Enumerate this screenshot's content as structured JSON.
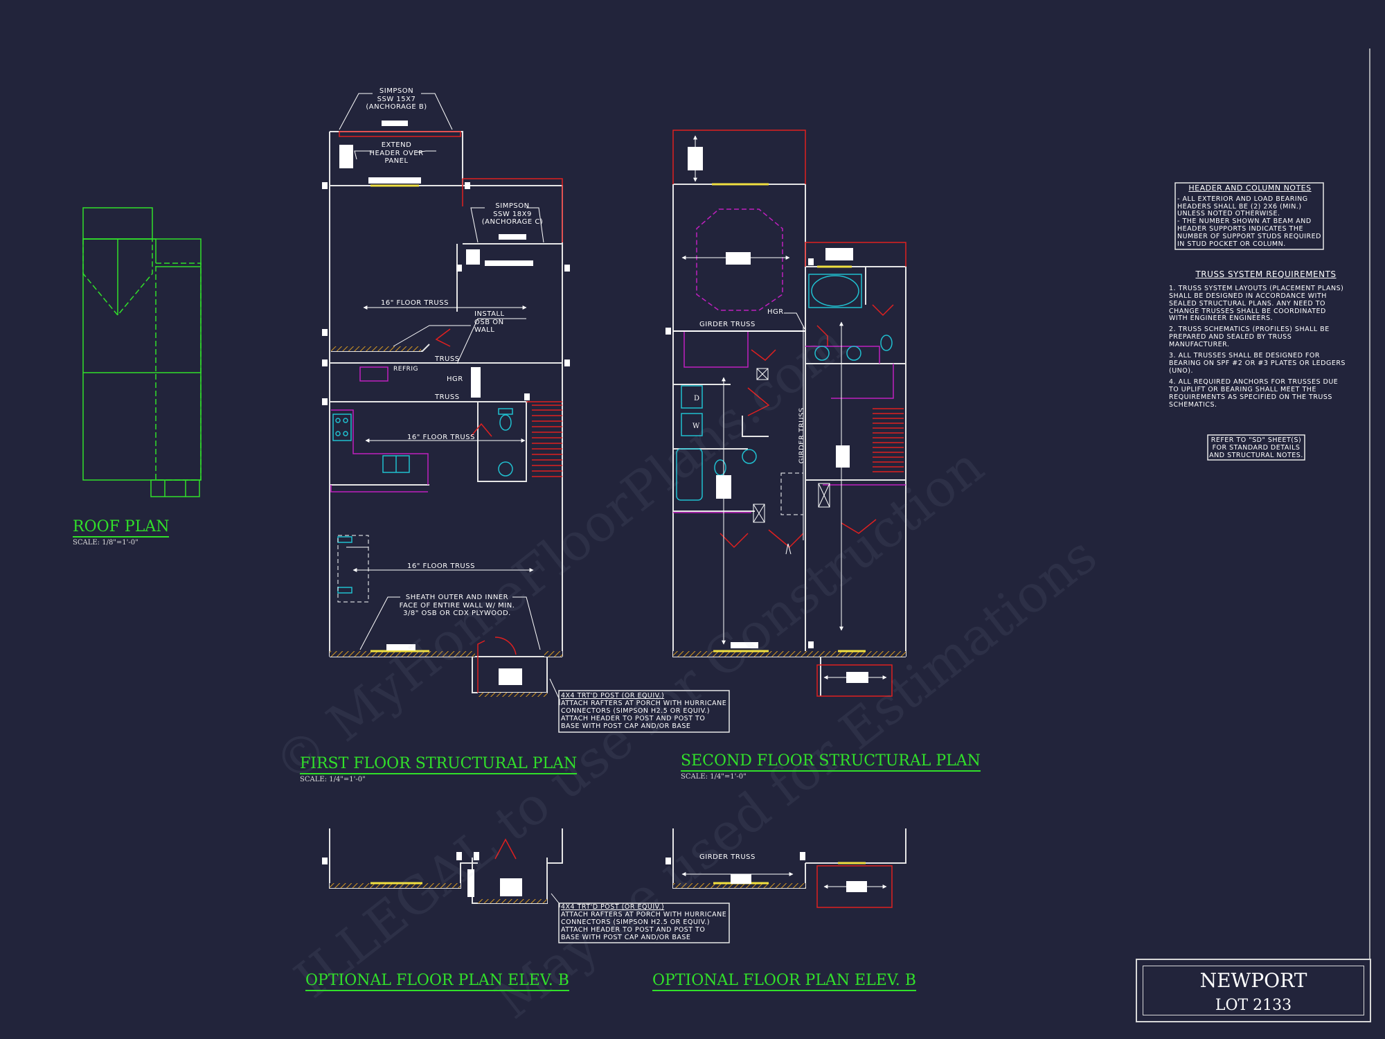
{
  "sheet": {
    "project_name": "NEWPORT",
    "lot": "LOT 2133",
    "watermark_lines": [
      "© MyHomeFloorPlans.com",
      "ILLEGAL to use for Construction",
      "May be used for Estimations"
    ]
  },
  "roof_plan": {
    "title": "ROOF PLAN",
    "scale": "SCALE: 1/8\"=1'-0\""
  },
  "first_floor": {
    "title": "FIRST FLOOR STRUCTURAL PLAN",
    "scale": "SCALE: 1/4\"=1'-0\"",
    "callouts": {
      "simpson_top": "SIMPSON\nSSW 15x7\n(ANCHORAGE B)",
      "extend_header": "EXTEND\nHEADER OVER\nPANEL",
      "simpson_side": "SIMPSON\nSSW 18x9\n(ANCHORAGE C)",
      "floor_truss_1": "16\" FLOOR TRUSS",
      "install_osb": "INSTALL\nOSB ON\nWALL",
      "truss_1": "TRUSS",
      "refrig": "REFRIG",
      "hgr": "HGR",
      "truss_2": "TRUSS",
      "floor_truss_2": "16\" FLOOR TRUSS",
      "floor_truss_3": "16\" FLOOR TRUSS",
      "sheath": "SHEATH OUTER AND INNER\nFACE OF ENTIRE WALL w/ MIN.\n3/8\" OSB OR CDX PLYWOOD."
    },
    "porch_note": [
      "4x4 TRT'D POST (OR EQUIV.)",
      "ATTACH RAFTERS AT PORCH WITH HURRICANE",
      "CONNECTORS (SIMPSON H2.5 OR EQUIV.)",
      "ATTACH HEADER TO POST AND POST TO",
      "BASE WITH POST CAP AND/OR BASE"
    ]
  },
  "second_floor": {
    "title": "SECOND FLOOR STRUCTURAL PLAN",
    "scale": "SCALE: 1/4\"=1'-0\"",
    "callouts": {
      "girder_truss": "GIRDER TRUSS",
      "girder_truss_vertical": "GIRDER TRUSS",
      "hgr": "HGR",
      "dryer": "D",
      "washer": "W"
    }
  },
  "optional_left": {
    "title": "OPTIONAL FLOOR PLAN ELEV. B",
    "porch_note": [
      "4x4 TRT'D POST (OR EQUIV.)",
      "ATTACH RAFTERS AT PORCH WITH HURRICANE",
      "CONNECTORS (SIMPSON H2.5 OR EQUIV.)",
      "ATTACH HEADER TO POST AND POST TO",
      "BASE WITH POST CAP AND/OR BASE"
    ]
  },
  "optional_right": {
    "title": "OPTIONAL FLOOR PLAN ELEV. B",
    "girder_truss": "GIRDER TRUSS"
  },
  "notes": {
    "header_column": {
      "title": "HEADER AND COLUMN NOTES",
      "lines": [
        "- ALL EXTERIOR AND LOAD BEARING",
        "HEADERS SHALL BE (2) 2x6 (MIN.)",
        "UNLESS NOTED OTHERWISE.",
        "- THE NUMBER SHOWN AT BEAM AND",
        "HEADER SUPPORTS INDICATES THE",
        "NUMBER OF SUPPORT STUDS REQUIRED",
        "IN STUD POCKET OR COLUMN."
      ]
    },
    "truss_system": {
      "title": "TRUSS SYSTEM REQUIREMENTS",
      "lines": [
        "1. TRUSS SYSTEM LAYOUTS (PLACEMENT PLANS)",
        "SHALL BE DESIGNED IN ACCORDANCE WITH",
        "SEALED STRUCTURAL PLANS. ANY NEED TO",
        "CHANGE TRUSSES SHALL BE COORDINATED",
        "WITH ENGINEER ENGINEERS.",
        "2. TRUSS SCHEMATICS (PROFILES) SHALL BE",
        "PREPARED AND SEALED BY TRUSS",
        "MANUFACTURER.",
        "3. ALL TRUSSES SHALL BE DESIGNED FOR",
        "BEARING ON SPF #2 OR #3 PLATES OR LEDGERS",
        "(UNO).",
        "4. ALL REQUIRED ANCHORS FOR TRUSSES DUE",
        "TO UPLIFT OR BEARING SHALL MEET THE",
        "REQUIREMENTS AS SPECIFIED ON THE TRUSS",
        "SCHEMATICS."
      ]
    },
    "refer": [
      "REFER TO \"SD\" SHEET(S)",
      "FOR STANDARD DETAILS",
      "AND STRUCTURAL NOTES."
    ]
  },
  "colors": {
    "background": "#22243b",
    "wall": "#e6e6e6",
    "header": "#e02020",
    "roof": "#31e02a",
    "cabinet": "#c020c0",
    "fixture": "#20c0d0",
    "hatch": "#d89a20",
    "title": "#31e02a",
    "header_bar": "#f0e040"
  }
}
